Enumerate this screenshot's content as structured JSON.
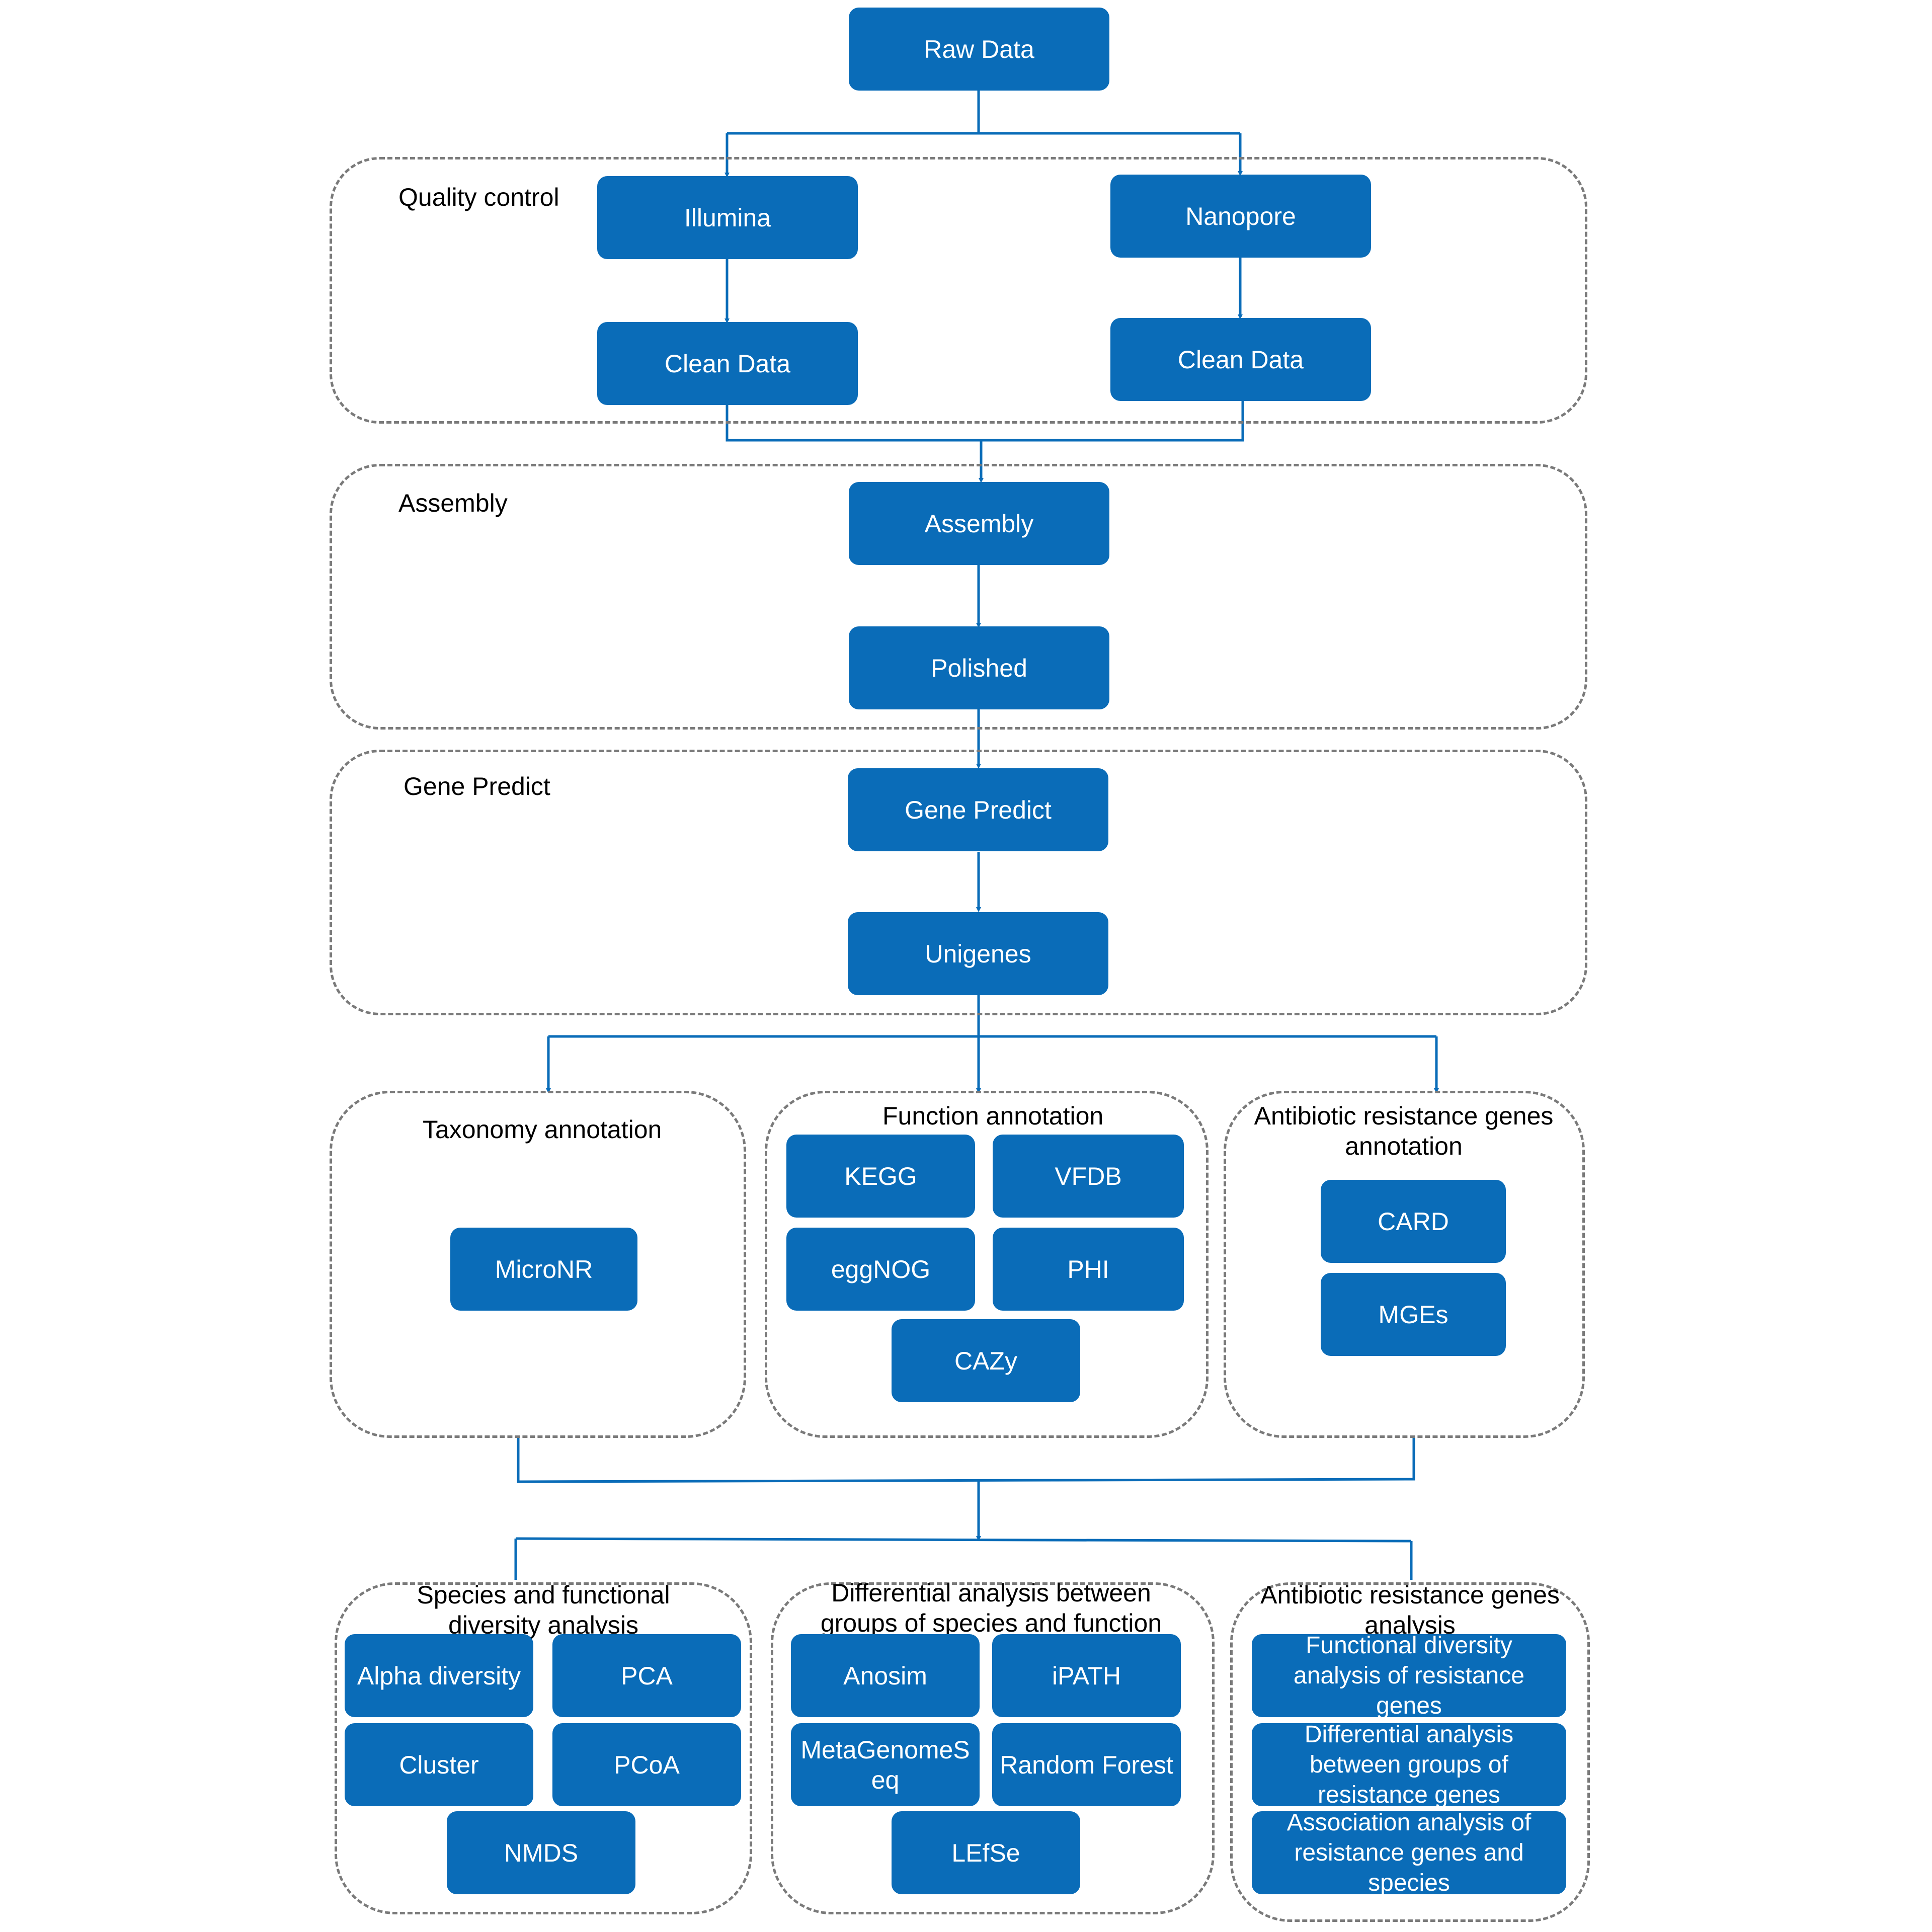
{
  "colors": {
    "node_fill": "#0a6cb8",
    "node_text": "#ffffff",
    "connector": "#0a6cb8",
    "group_border": "#7a7a7a",
    "label_text": "#000000"
  },
  "nodes": {
    "raw_data": "Raw Data",
    "illumina": "Illumina",
    "nanopore": "Nanopore",
    "clean_data_illumina": "Clean Data",
    "clean_data_nanopore": "Clean Data",
    "assembly": "Assembly",
    "polished": "Polished",
    "gene_predict": "Gene Predict",
    "unigenes": "Unigenes",
    "micronr": "MicroNR",
    "kegg": "KEGG",
    "vfdb": "VFDB",
    "eggnog": "eggNOG",
    "phi": "PHI",
    "cazy": "CAZy",
    "card": "CARD",
    "mges": "MGEs",
    "alpha_diversity": "Alpha diversity",
    "pca": "PCA",
    "cluster": "Cluster",
    "pcoa": "PCoA",
    "nmds": "NMDS",
    "anosim": "Anosim",
    "ipath": "iPATH",
    "metagenomeseq": "MetaGenomeSeq",
    "random_forest": "Random Forest",
    "lefse": "LEfSe",
    "functional_diversity_resistance": "Functional diversity analysis of resistance genes",
    "differential_resistance": "Differential analysis between groups of resistance genes",
    "association_resistance_species": "Association analysis of resistance genes and species"
  },
  "groups": {
    "quality_control": "Quality control",
    "assembly": "Assembly",
    "gene_predict": "Gene Predict",
    "taxonomy_annotation": "Taxonomy annotation",
    "function_annotation": "Function annotation",
    "arg_annotation": "Antibiotic resistance genes annotation",
    "diversity_analysis": "Species and functional diversity analysis",
    "differential_analysis": "Differential analysis between groups of species and function",
    "arg_analysis": "Antibiotic resistance genes analysis"
  }
}
